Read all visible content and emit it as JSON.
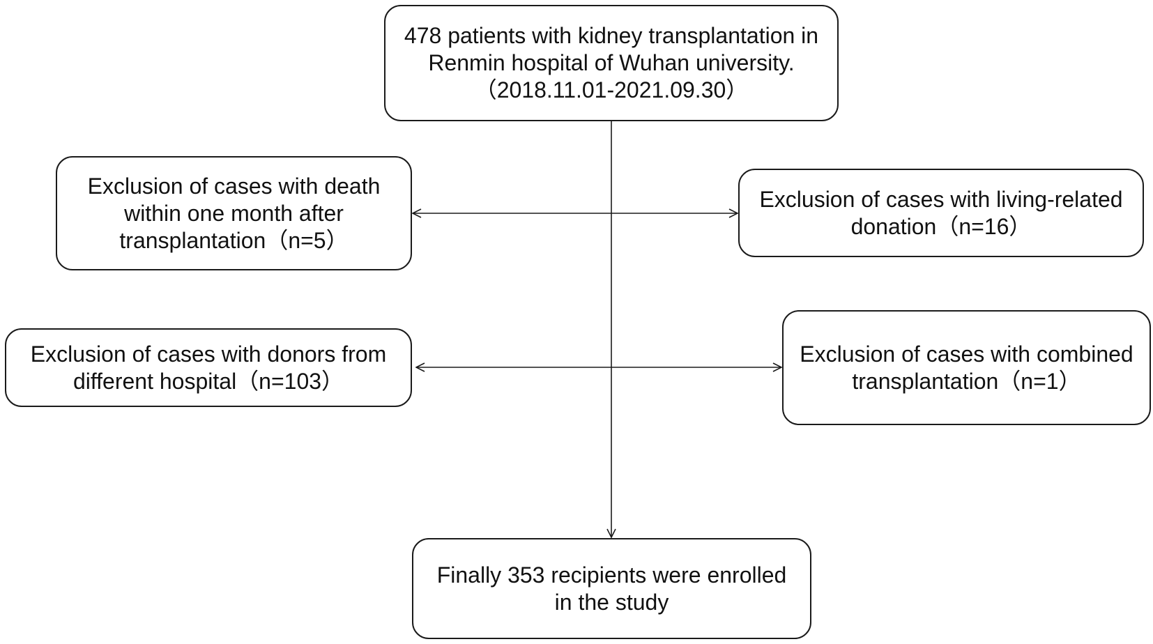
{
  "flowchart": {
    "top": {
      "lines": [
        "478 patients with kidney transplantation in",
        "Renmin hospital of Wuhan university.",
        "（2018.11.01-2021.09.30）"
      ]
    },
    "exclusion_death": {
      "lines": [
        "Exclusion of cases with death",
        "within one month after",
        "transplantation（n=5）"
      ]
    },
    "exclusion_living_related": {
      "lines": [
        "Exclusion of cases with living-related",
        "donation（n=16）"
      ]
    },
    "exclusion_donors_hospital": {
      "lines": [
        "Exclusion of cases with donors from",
        "different hospital（n=103）"
      ]
    },
    "exclusion_combined": {
      "lines": [
        "Exclusion of cases with combined",
        "transplantation（n=1）"
      ]
    },
    "final": {
      "lines": [
        "Finally 353 recipients were enrolled",
        "in the study"
      ]
    }
  },
  "colors": {
    "stroke": "#1a1a1a",
    "background": "#ffffff"
  }
}
